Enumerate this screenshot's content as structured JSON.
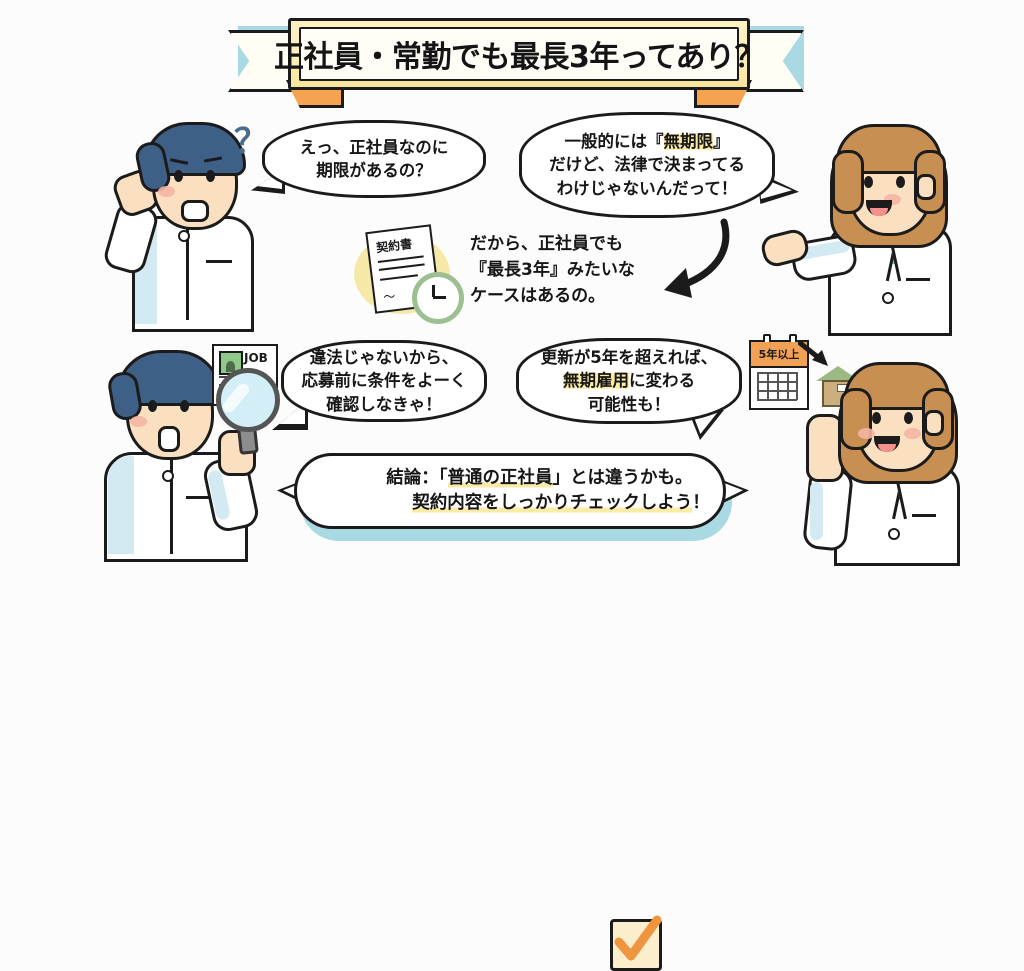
{
  "page": {
    "background_color": "#fcfcfc",
    "accent_yellow": "#fbeba6",
    "accent_orange": "#f0a154",
    "accent_blue_shadow": "#a9d9e3",
    "ink": "#1b1b1b"
  },
  "banner": {
    "title": "正社員・常勤でも最長3年ってあり？"
  },
  "bubbles": {
    "b1": {
      "speaker": "man-confused",
      "lines": [
        "えっ、正社員なのに",
        "期限があるの？"
      ]
    },
    "b2": {
      "speaker": "woman-explaining",
      "lines": [
        "一般的には『無期限』",
        "だけど、法律で決まってる",
        "わけじゃないんだって！"
      ],
      "highlight": "無期限"
    },
    "b3": {
      "speaker": "man-magnifier",
      "lines": [
        "違法じゃないから、",
        "応募前に条件をよーく",
        "確認しなきゃ！"
      ]
    },
    "b4": {
      "speaker": "woman-pointing",
      "lines": [
        "更新が5年を超えれば、",
        "無期雇用に変わる",
        "可能性も！"
      ],
      "highlight": "無期雇用"
    },
    "b5": {
      "speaker": "conclusion",
      "lines": [
        "結論：「普通の正社員」とは違うかも。",
        "契約内容をしっかりチェックしよう！"
      ],
      "highlight_1": "普通の正社員",
      "highlight_2": "契約内容をしっかりチェックしよう"
    }
  },
  "narration": {
    "lines": [
      "だから、正社員でも",
      "『最長3年』みたいな",
      "ケースはあるの。"
    ],
    "emphasis": "最長3年"
  },
  "icons": {
    "contract_title": "契約書",
    "job_card_label": "JOB",
    "calendar_label": "5年以上",
    "checkbox_state": "checked",
    "question_mark": "？"
  }
}
